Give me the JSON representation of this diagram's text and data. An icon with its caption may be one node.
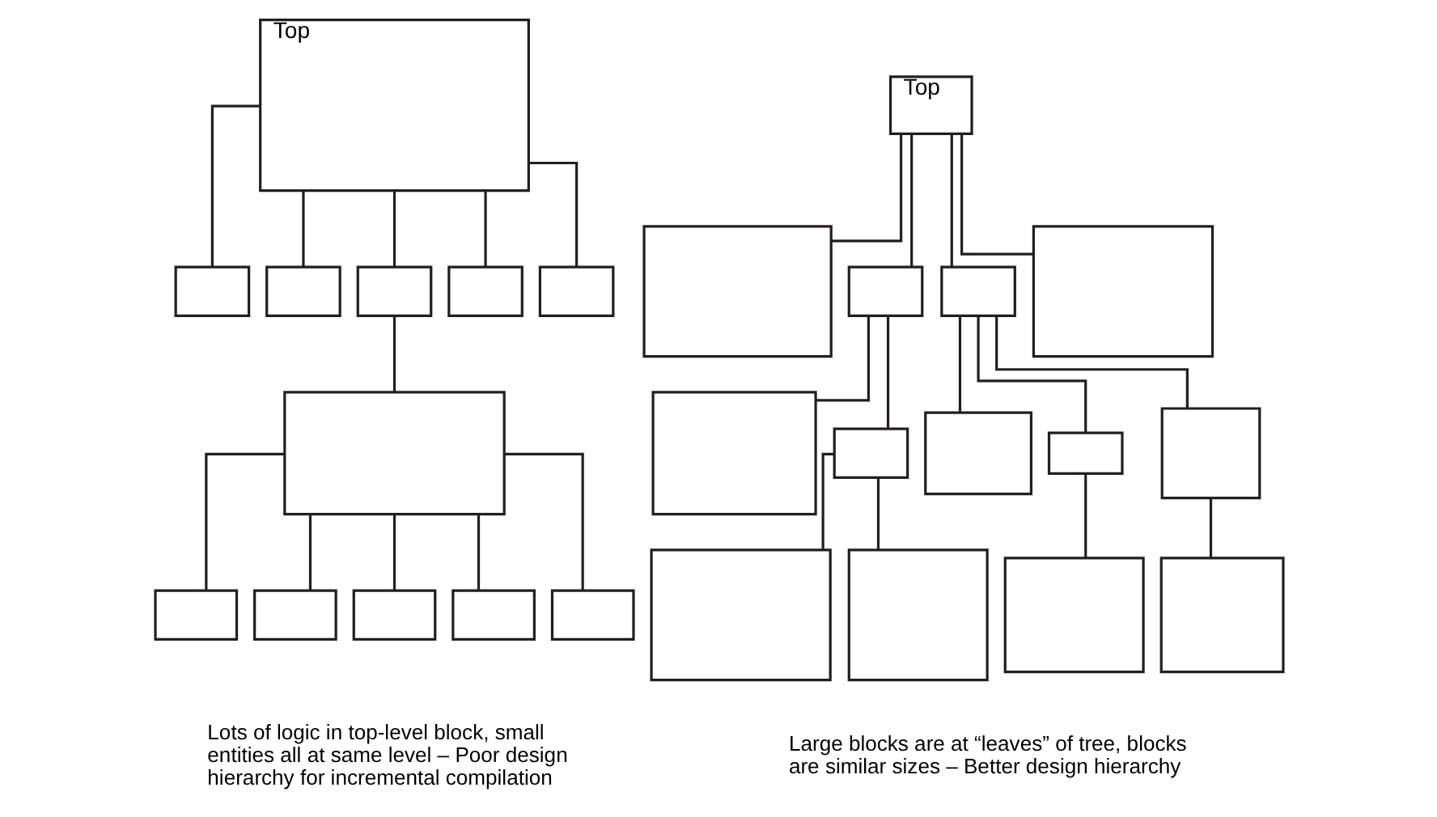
{
  "diagram": {
    "nodes": [
      {
        "text": [
          "Top"
        ]
      },
      {
        "text": [],
        "shape": "box"
      },
      {
        "text": [],
        "shape": "box"
      },
      {
        "text": [],
        "shape": "box"
      },
      {
        "text": [],
        "shape": "box"
      },
      {
        "text": [],
        "shape": "box"
      },
      {
        "text": [],
        "shape": "box"
      },
      {
        "text": [],
        "shape": "box"
      },
      {
        "text": [],
        "shape": "box"
      },
      {
        "text": [],
        "shape": "box"
      },
      {
        "text": [],
        "shape": "box"
      },
      {
        "text": [],
        "shape": "box"
      },
      {
        "text": [
          "Top"
        ]
      },
      {
        "text": [],
        "shape": "box"
      },
      {
        "text": [],
        "shape": "box"
      },
      {
        "text": [],
        "shape": "box"
      },
      {
        "text": [],
        "shape": "box"
      },
      {
        "text": [],
        "shape": "box"
      },
      {
        "text": [],
        "shape": "box"
      },
      {
        "text": [],
        "shape": "box"
      },
      {
        "text": [],
        "shape": "box"
      },
      {
        "text": [],
        "shape": "box"
      },
      {
        "text": [],
        "shape": "box"
      },
      {
        "text": [],
        "shape": "box"
      },
      {
        "text": [],
        "shape": "box"
      },
      {
        "text": [],
        "shape": "box"
      }
    ],
    "edges": [
      {
        "from": 0,
        "to": 1,
        "arrow": "none"
      },
      {
        "from": 0,
        "to": 2,
        "arrow": "none"
      },
      {
        "from": 0,
        "to": 3,
        "arrow": "none"
      },
      {
        "from": 0,
        "to": 4,
        "arrow": "none"
      },
      {
        "from": 0,
        "to": 5,
        "arrow": "none"
      },
      {
        "from": 3,
        "to": 6,
        "arrow": "none"
      },
      {
        "from": 6,
        "to": 7,
        "arrow": "none"
      },
      {
        "from": 6,
        "to": 8,
        "arrow": "none"
      },
      {
        "from": 6,
        "to": 9,
        "arrow": "none"
      },
      {
        "from": 6,
        "to": 10,
        "arrow": "none"
      },
      {
        "from": 6,
        "to": 11,
        "arrow": "none"
      },
      {
        "from": 12,
        "to": 13,
        "arrow": "none"
      },
      {
        "from": 12,
        "to": 14,
        "arrow": "none"
      },
      {
        "from": 12,
        "to": 15,
        "arrow": "none"
      },
      {
        "from": 12,
        "to": 16,
        "arrow": "none"
      },
      {
        "from": 14,
        "to": 17,
        "arrow": "none"
      },
      {
        "from": 14,
        "to": 18,
        "arrow": "none"
      },
      {
        "from": 18,
        "to": 19,
        "arrow": "none"
      },
      {
        "from": 18,
        "to": 20,
        "arrow": "none"
      },
      {
        "from": 15,
        "to": 21,
        "arrow": "none"
      },
      {
        "from": 15,
        "to": 22,
        "arrow": "none"
      },
      {
        "from": 15,
        "to": 23,
        "arrow": "none"
      },
      {
        "from": 22,
        "to": 24,
        "arrow": "none"
      },
      {
        "from": 23,
        "to": 25,
        "arrow": "none"
      }
    ],
    "labels": [
      "Lots of logic in top-level block, small entities all at same level – Poor design hierarchy for incremental compilation",
      "Large blocks are at “leaves” of tree, blocks are similar sizes – Better design hierarchy"
    ]
  }
}
